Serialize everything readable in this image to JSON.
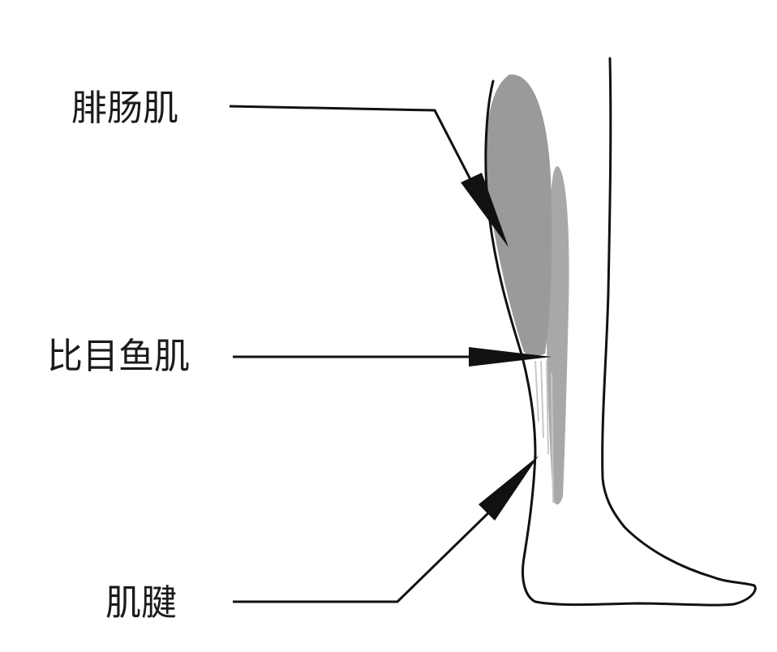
{
  "labels": {
    "gastrocnemius": "腓肠肌",
    "soleus": "比目鱼肌",
    "tendon": "肌腱"
  },
  "colors": {
    "outline": "#111111",
    "muscle_gastrocnemius": "#9a9a9a",
    "muscle_soleus": "#a8a8a8",
    "background": "#ffffff"
  }
}
